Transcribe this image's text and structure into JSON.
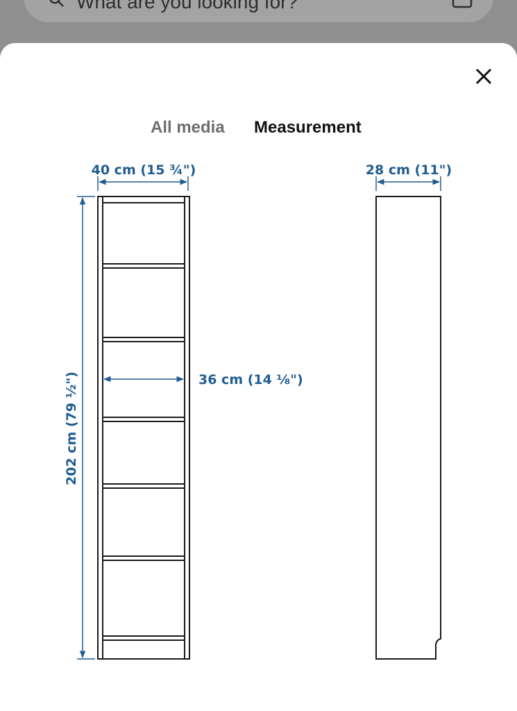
{
  "search": {
    "placeholder": "What are you looking for?"
  },
  "modal": {
    "tabs": [
      {
        "label": "All media",
        "active": false
      },
      {
        "label": "Measurement",
        "active": true
      }
    ]
  },
  "measurements": {
    "front_width": "40 cm (15 ¾\")",
    "depth": "28 cm (11\")",
    "inner_width": "36 cm (14 ⅛\")",
    "height": "202 cm (79 ½\")"
  },
  "colors": {
    "dimension_text": "#1f5c91",
    "line_art": "#1a1a1a",
    "overlay": "#8f8f8f"
  },
  "icons": {
    "search": "search-icon",
    "camera": "camera-icon",
    "close": "close-icon"
  }
}
